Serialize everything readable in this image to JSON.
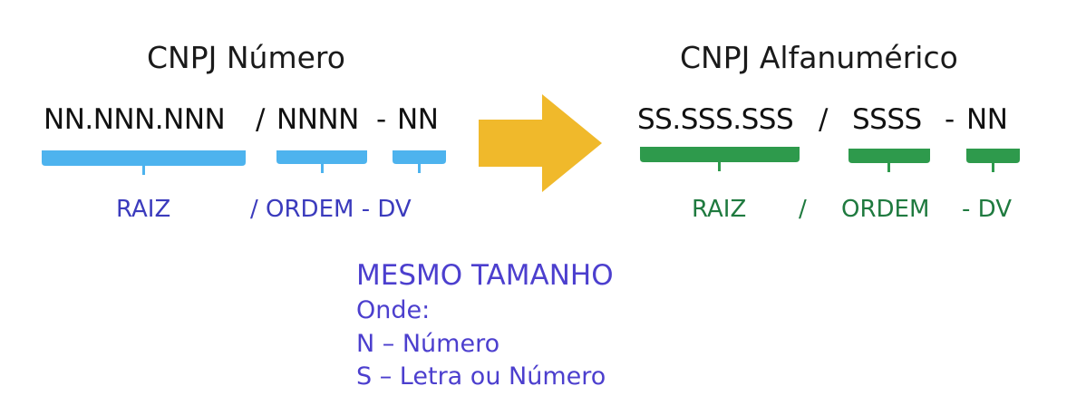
{
  "left": {
    "title": "CNPJ Número",
    "format": {
      "raiz": "NN.NNN.NNN",
      "sep1": "/",
      "ordem": "NNNN",
      "sep2": "-",
      "dv": "NN"
    },
    "labels": {
      "raiz": "RAIZ",
      "ordem": "/ ORDEM - DV"
    }
  },
  "right": {
    "title": "CNPJ Alfanumérico",
    "format": {
      "raiz": "SS.SSS.SSS",
      "sep1": "/",
      "ordem": "SSSS",
      "sep2": "-",
      "dv": "NN"
    },
    "labels": {
      "raiz": "RAIZ",
      "sep": "/",
      "ordem": "ORDEM",
      "dv": "- DV"
    }
  },
  "note": {
    "heading": "MESMO TAMANHO",
    "lines": [
      "Onde:",
      "N – Número",
      "S – Letra ou Número"
    ]
  },
  "colors": {
    "blue_bracket": "#4db3ee",
    "green_bracket": "#2e9a4c",
    "arrow": "#f0b92b",
    "blue_text": "#3b3bbd",
    "green_text": "#1f7a3f",
    "note": "#4c3fce"
  }
}
